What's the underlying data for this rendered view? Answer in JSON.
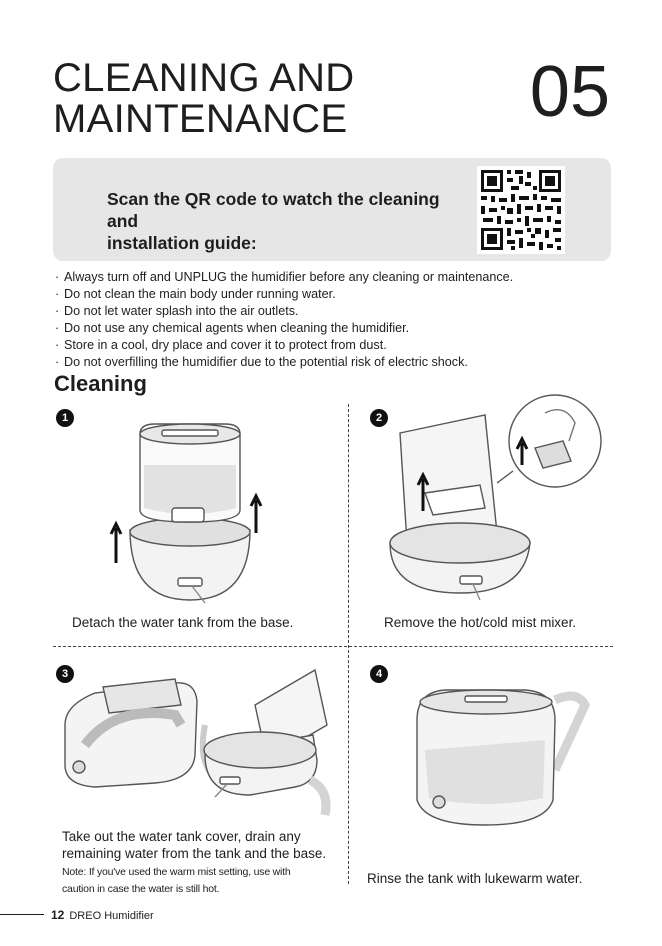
{
  "header": {
    "title_line1": "CLEANING AND",
    "title_line2": "MAINTENANCE",
    "chapter_number": "05"
  },
  "qr_panel": {
    "line1": "Scan the QR code to watch the cleaning and",
    "line2": "installation guide:"
  },
  "warnings": [
    "Always turn off and UNPLUG the humidifier before any cleaning or maintenance.",
    "Do not clean the main body under running water.",
    "Do not let water splash into the air outlets.",
    "Do not use any chemical agents when cleaning the humidifier.",
    "Store in a cool, dry place and cover it to protect from dust.",
    "Do not overfilling the humidifier due to the potential risk of electric shock."
  ],
  "section_title": "Cleaning",
  "steps": [
    {
      "number": "1",
      "caption": "Detach the water tank from the base.",
      "icon": "detach-tank-illustration"
    },
    {
      "number": "2",
      "caption": "Remove the hot/cold mist mixer.",
      "icon": "remove-mixer-illustration"
    },
    {
      "number": "3",
      "caption_line1": "Take out the water tank cover, drain any",
      "caption_line2": "remaining water from the tank and the base.",
      "note_line1": "Note: If you've used the warm mist setting, use with",
      "note_line2": "caution in case the water is still hot.",
      "icon": "drain-tank-illustration"
    },
    {
      "number": "4",
      "caption": "Rinse the tank with lukewarm water.",
      "icon": "rinse-tank-illustration"
    }
  ],
  "footer": {
    "page_number": "12",
    "product": "DREO Humidifier"
  }
}
